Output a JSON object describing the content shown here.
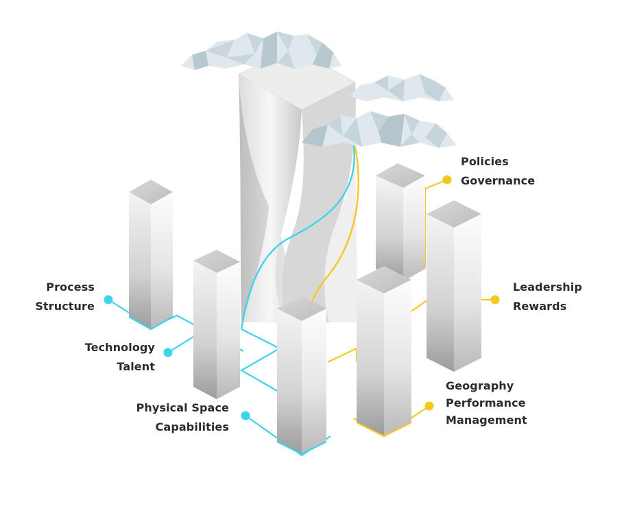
{
  "labels": {
    "process_structure": {
      "line1": "Process",
      "line2": "Structure",
      "side": "left"
    },
    "technology_talent": {
      "line1": "Technology",
      "line2": "Talent",
      "side": "left"
    },
    "physical_capabilities": {
      "line1": "Physical Space",
      "line2": "Capabilities",
      "side": "left"
    },
    "policies_governance": {
      "line1": "Policies",
      "line2": "Governance",
      "side": "right"
    },
    "leadership_rewards": {
      "line1": "Leadership",
      "line2": "Rewards",
      "side": "right"
    },
    "geography_performance": {
      "line1": "Geography",
      "line2": "Performance",
      "line3": "Management",
      "side": "right"
    }
  },
  "colors": {
    "cyan": "#3ed3ea",
    "yellow": "#f5c81f",
    "text": "#2b2b2b",
    "cloud": "#d9e3e8"
  },
  "icons": {
    "cloud": "low-poly-cloud-icon",
    "tower": "twisted-tower-icon",
    "building": "isometric-pillar-icon"
  }
}
